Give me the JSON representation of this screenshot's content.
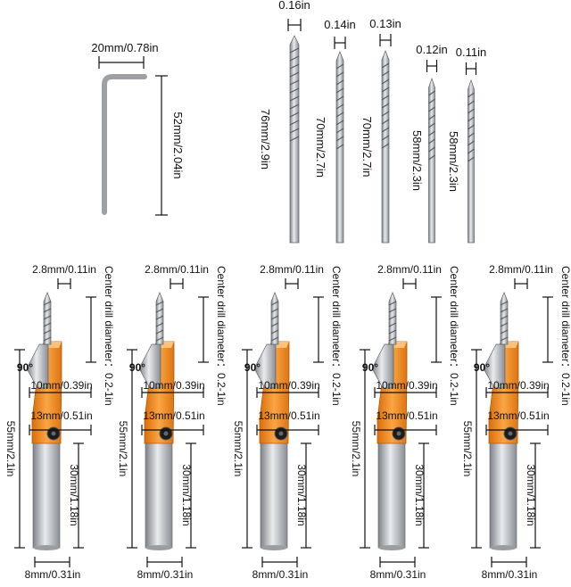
{
  "hex_key": {
    "width_label": "20mm/0.78in",
    "length_label": "52mm/2.04in"
  },
  "drill_bits": [
    {
      "diameter": "0.16in",
      "length": "76mm/2.9in"
    },
    {
      "diameter": "0.14in",
      "length": "70mm/2.7in"
    },
    {
      "diameter": "0.13in",
      "length": "70mm/2.7in"
    },
    {
      "diameter": "0.12in",
      "length": "58mm/2.3in"
    },
    {
      "diameter": "0.11in",
      "length": "58mm/2.3in"
    }
  ],
  "countersinks": {
    "tip_label": "2.8mm/0.11in",
    "center_label": "Center drill diameter：0.2-1in",
    "angle": "90°",
    "cone_label": "10mm/0.39in",
    "collar_label": "13mm/0.51in",
    "overall_label": "55mm/2.1in",
    "shank_length_label": "30mm/1.18in",
    "shank_diameter_label": "8mm/0.31in",
    "count": 5
  },
  "colors": {
    "orange": "#f08a1c",
    "steel": "#b9bcc0",
    "line": "#111111"
  }
}
